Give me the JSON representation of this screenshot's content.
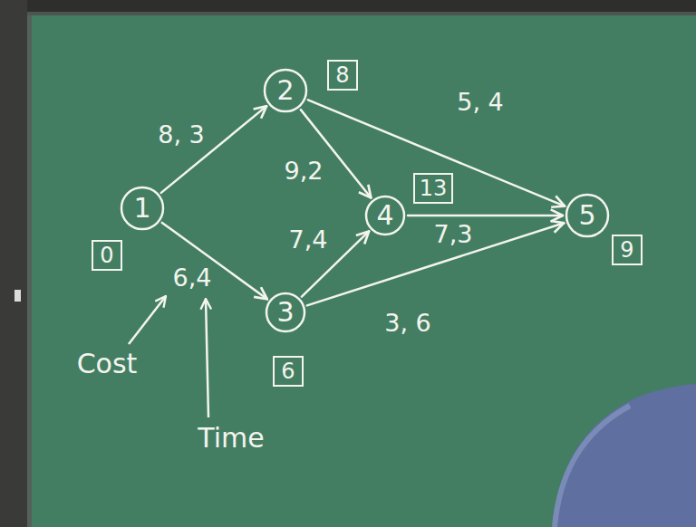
{
  "diagram": {
    "nodes": [
      {
        "text": [
          "1"
        ]
      },
      {
        "text": [
          "2"
        ]
      },
      {
        "text": [
          "3"
        ]
      },
      {
        "text": [
          "4"
        ]
      },
      {
        "text": [
          "5"
        ]
      },
      {
        "text": [
          "0"
        ]
      },
      {
        "text": [
          "8"
        ]
      },
      {
        "text": [
          "6"
        ]
      },
      {
        "text": [
          "13"
        ]
      },
      {
        "text": [
          "9"
        ]
      }
    ],
    "edges": [
      {
        "from": 0,
        "to": 1,
        "arrow": "to",
        "label": "8, 3"
      },
      {
        "from": 0,
        "to": 2,
        "arrow": "to",
        "label": "6,4"
      },
      {
        "from": 1,
        "to": 3,
        "arrow": "to",
        "label": "9,2"
      },
      {
        "from": 1,
        "to": 4,
        "arrow": "to",
        "label": "5, 4"
      },
      {
        "from": 2,
        "to": 3,
        "arrow": "to",
        "label": "7,4"
      },
      {
        "from": 2,
        "to": 4,
        "arrow": "to",
        "label": "3, 6"
      },
      {
        "from": 3,
        "to": 4,
        "arrow": "to",
        "label": "7,3"
      }
    ],
    "labels": [
      "Cost",
      "Time"
    ]
  }
}
